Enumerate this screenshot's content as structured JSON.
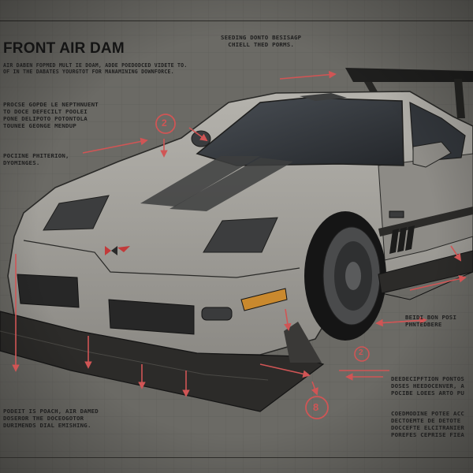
{
  "title": "FRONT AIR DAM",
  "notes": {
    "top_center": "SEEDING DONTO BESISAGP\nCHIELL THED PORMS.",
    "left_intro": "AIR DABEN FOPMED MULT IE DOAM, ADDE POEDODCED VIDETE TO.\nOF IN THE DABATES YOURGTOT FOR MANAMINING DOWNFORCE.",
    "left_middle": "PROCSE GOPDE LE NEPTHNUENT\nTO DOCE DEFECILT POOLEI\nPONE DELIPOTO POTONTOLA\nTOUNEE GEONGE MENDUP",
    "left_lower": "POCIINE PHITERION,\nDYOMINGES.",
    "bottom_left": "PODEIT IS POACH, AIR DAMED\nDOSEROR THE DOCEOGOTOR\nDURIMENDS DIAL EMISHING.",
    "right_mid": "BEIDI BON POSI\nPHNTEDBERE",
    "right_lower": "DEEDECIPFTION PONTOS\nDOSES HEEDOCENVER, A\nPOCIBE LOEES ARTO PU",
    "right_bottom": "COEDMODINE POTEE ACC\nDECTOEMTE DE DETOTE\nDOCCEFTE ELCITRANIER\nPOREFES CEPRISE FIEA"
  },
  "callouts": [
    "2",
    "2",
    "8"
  ],
  "colors": {
    "paper": "#6b6a65",
    "grid": "#5e5d59",
    "ink": "#1e1e1e",
    "accent_red": "#d05555",
    "body": "#a5a39d",
    "body_shadow": "#6e6c67",
    "glass": "#2e3236",
    "splitter": "#2c2b29",
    "indicator": "#c9892e"
  },
  "icons": [
    "corvette-emblem-icon",
    "dimension-arrow-icon",
    "callout-circle-icon"
  ]
}
